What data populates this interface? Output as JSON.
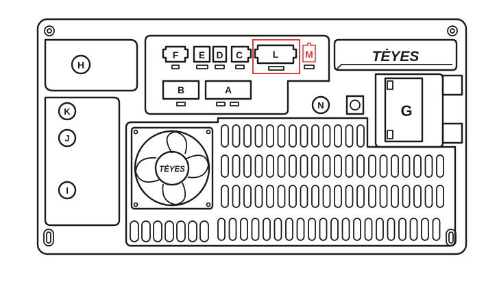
{
  "brand": {
    "logo_text": "TĖYES",
    "fan_logo_text": "TĖYES"
  },
  "ports": {
    "F": "F",
    "E": "E",
    "D": "D",
    "C": "C",
    "L": "L",
    "M": "M",
    "B": "B",
    "A": "A",
    "G": "G",
    "N": "N",
    "H": "H",
    "K": "K",
    "J": "J",
    "I": "I"
  },
  "colors": {
    "line": "#1a1a1a",
    "highlight": "#e03a3a",
    "background": "#ffffff"
  },
  "highlighted_port": "L"
}
